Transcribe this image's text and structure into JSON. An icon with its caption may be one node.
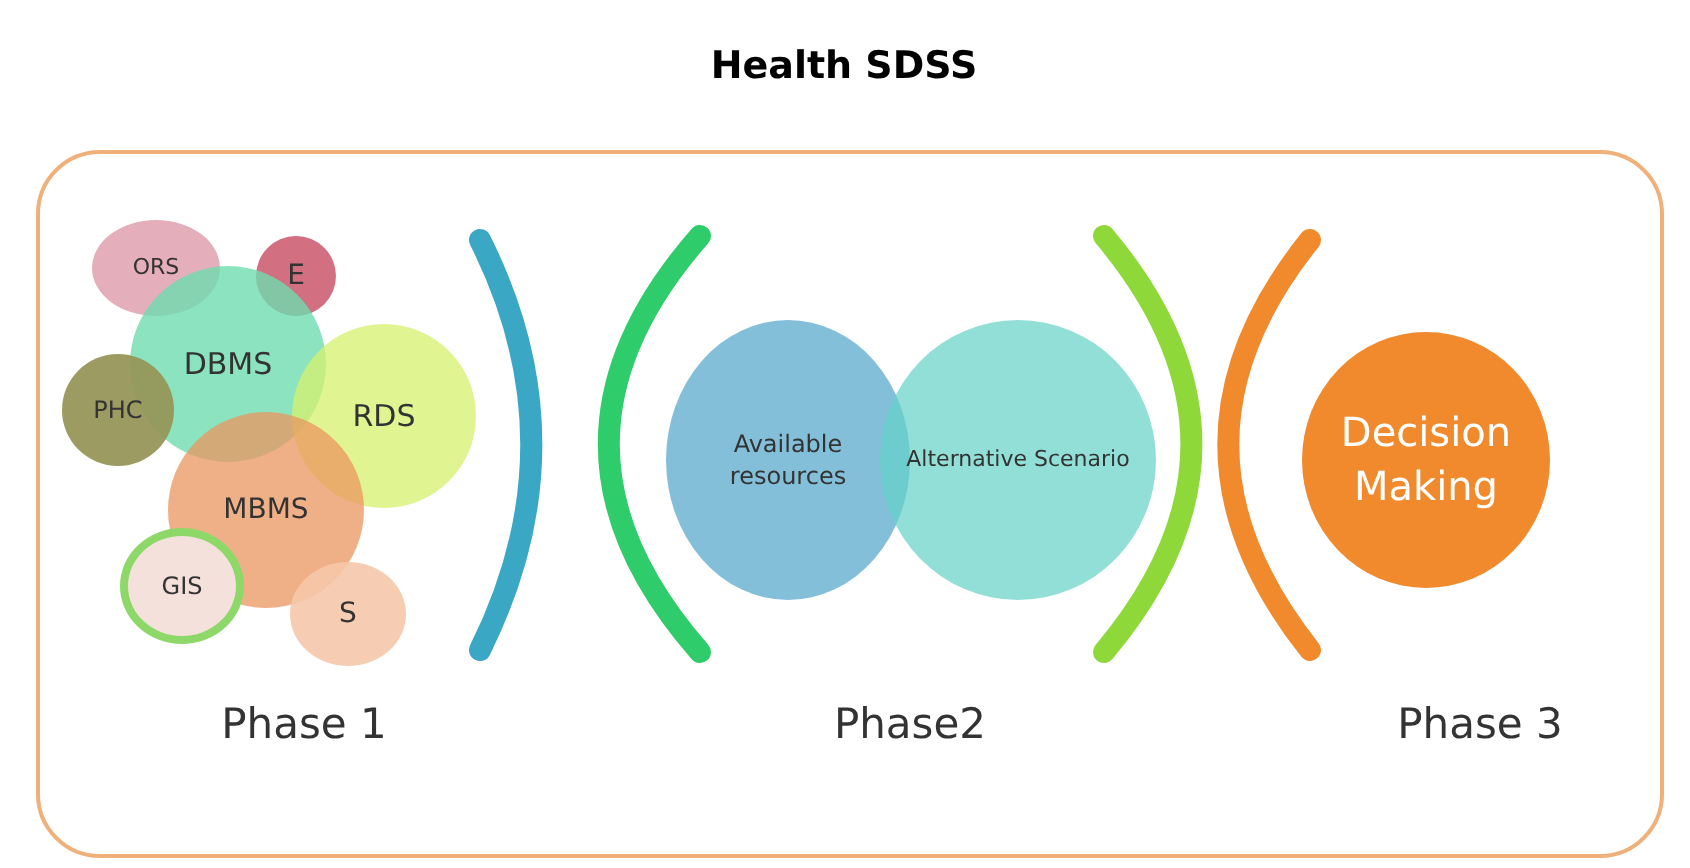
{
  "diagram": {
    "title": "Health SDSS",
    "nodes": [
      {
        "text": [],
        "shape": "box"
      },
      {
        "text": [
          "ORS"
        ],
        "in": 0
      },
      {
        "text": [
          "E"
        ],
        "in": 0
      },
      {
        "text": [
          "DBMS"
        ],
        "in": 0
      },
      {
        "text": [
          "PHC"
        ],
        "in": 0
      },
      {
        "text": [
          "RDS"
        ],
        "in": 0
      },
      {
        "text": [
          "MBMS"
        ],
        "in": 0
      },
      {
        "text": [
          "GIS"
        ],
        "in": 0
      },
      {
        "text": [
          "S"
        ],
        "in": 0
      },
      {
        "text": [
          "Available resources"
        ],
        "in": 0
      },
      {
        "text": [
          "Alternative Scenario"
        ],
        "in": 0
      },
      {
        "text": [
          "Decision Making"
        ],
        "in": 0
      }
    ],
    "labels": [
      "Phase 1",
      "Phase2",
      "Phase 3"
    ]
  }
}
